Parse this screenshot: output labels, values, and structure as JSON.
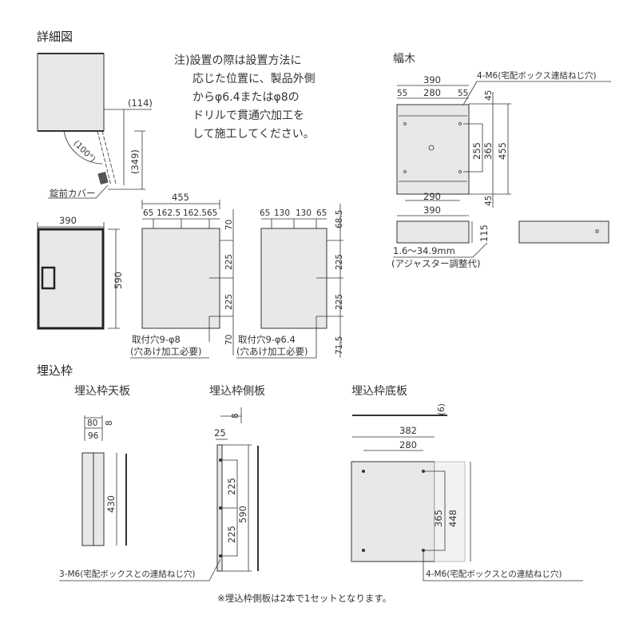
{
  "detail": {
    "title": "詳細図",
    "dim_114": "(114)",
    "dim_349": "(349)",
    "angle_100": "(100°)",
    "lock_cover": "錠前カバー",
    "note_lines": [
      "注)設置の際は設置方法に",
      "応じた位置に、製品外側",
      "からφ6.4またはφ8の",
      "ドリルで貫通穴加工を",
      "して施工してください。"
    ],
    "front": {
      "width": "390",
      "height": "590"
    },
    "back_a": {
      "width": "455",
      "top_dims": [
        "65",
        "162.5",
        "162.5",
        "65"
      ],
      "side_dims": [
        "70",
        "225",
        "225",
        "70"
      ],
      "note1": "取付穴9-φ8",
      "note2": "(穴あけ加工必要)"
    },
    "back_b": {
      "top_dims": [
        "65",
        "130",
        "130",
        "65"
      ],
      "side_dims": [
        "68.5",
        "225",
        "225",
        "71.5"
      ],
      "note1": "取付穴9-φ6.4",
      "note2": "(穴あけ加工必要)"
    }
  },
  "habaki": {
    "title": "幅木",
    "top_width": "390",
    "inner": "280",
    "edge_left": "55",
    "edge_right": "55",
    "screw_note": "4-M6(宅配ボックス連結ねじ穴)",
    "v_255": "255",
    "v_365": "365",
    "v_455": "455",
    "v_45_top": "45",
    "v_45_bottom": "45",
    "bottom_290": "290",
    "side_width": "390",
    "side_height": "115",
    "adjust_range": "1.6～34.9mm",
    "adjust_label": "(アジャスター調整代)"
  },
  "frame": {
    "title": "埋込枠",
    "top_plate": {
      "title": "埋込枠天板",
      "d80": "80",
      "d96": "96",
      "d8": "8",
      "d430": "430"
    },
    "side_plate": {
      "title": "埋込枠側板",
      "d8": "8",
      "d25": "25",
      "d225a": "225",
      "d225b": "225",
      "d590": "590",
      "screw_note": "3-M6(宅配ボックスとの連結ねじ穴)"
    },
    "bottom_plate": {
      "title": "埋込枠底板",
      "d6": "(6)",
      "d382": "382",
      "d280": "280",
      "d365": "365",
      "d448": "448",
      "screw_note": "4-M6(宅配ボックスとの連結ねじ穴)"
    },
    "footnote": "※埋込枠側板は2本で1セットとなります。"
  }
}
